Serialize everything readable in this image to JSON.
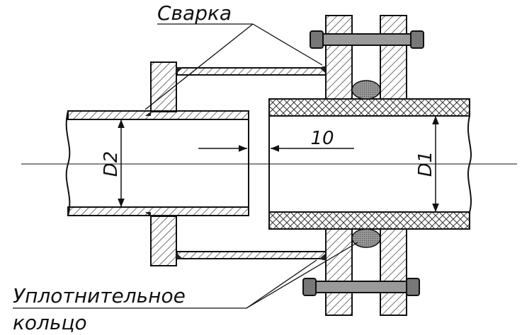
{
  "labels": {
    "weld": "Сварка",
    "seal_line1": "Уплотнительное",
    "seal_line2": "кольцо"
  },
  "dimensions": {
    "gap": "10",
    "inner_pipe_diameter": "D2",
    "outer_pipe_diameter": "D1"
  },
  "colors": {
    "line": "#111111",
    "hatch": "#333333",
    "seal": "#8a8a8a",
    "background": "#ffffff"
  }
}
